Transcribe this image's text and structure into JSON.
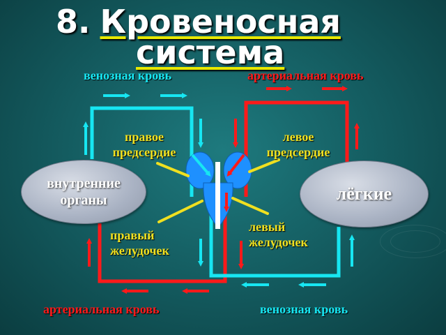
{
  "title": {
    "number": "8.",
    "line1": "Кровеносная",
    "line2": "система"
  },
  "labels": {
    "venous_top": "венозная кровь",
    "arterial_top": "артериальная кровь",
    "right_atrium": "правое предсердие",
    "left_atrium": "левое предсердие",
    "right_ventricle": "правый желудочек",
    "left_ventricle": "левый желудочек",
    "arterial_bottom": "артериальная кровь",
    "venous_bottom": "венозная кровь"
  },
  "organs": {
    "internal": "внутренние органы",
    "lungs": "лёгкие"
  },
  "colors": {
    "venous": "#17e6f2",
    "arterial": "#ff1a1a",
    "pointer": "#f0e020",
    "heart": "#1e90ff"
  }
}
